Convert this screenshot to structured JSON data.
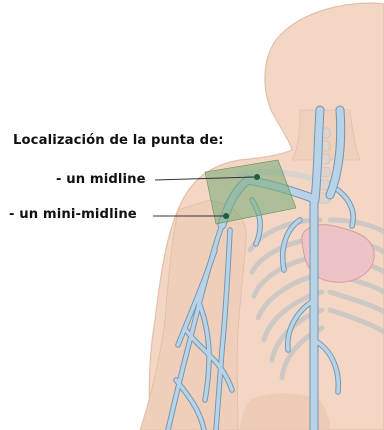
{
  "diagram": {
    "title": "Localización de la punta de:",
    "labels": [
      {
        "id": "midline",
        "text": "- un midline"
      },
      {
        "id": "mini-midline",
        "text": "- un mini-midline"
      }
    ]
  },
  "colors": {
    "skin": "#f3d7c4",
    "skin_outline": "#e2bfa9",
    "veins": "#b9d3e6",
    "vein_outline": "#6f95b5",
    "ribs": "#cbc7c4",
    "heart": "#edc3c6",
    "highlight_zone": "#7fae7c",
    "tip_marker": "#1f5b45",
    "text": "#111111"
  }
}
